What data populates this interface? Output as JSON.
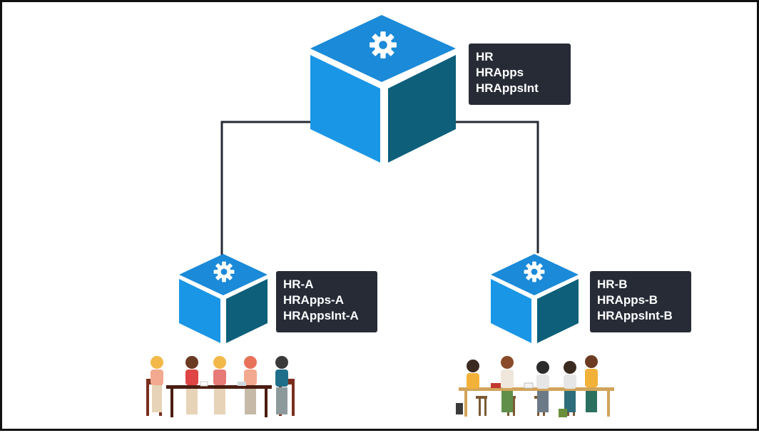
{
  "colors": {
    "cube_top": "#1b8ad8",
    "cube_left": "#1a96e6",
    "cube_right": "#0d5f7a",
    "label_bg": "#262b36",
    "connector": "#262b36"
  },
  "nodes": {
    "root": {
      "icon": "gear-icon",
      "lines": [
        "HR",
        "HRApps",
        "HRAppsInt"
      ]
    },
    "tenant_a": {
      "icon": "gear-icon",
      "lines": [
        "HR-A",
        "HRApps-A",
        "HRAppsInt-A"
      ],
      "group_icon": "team-meeting-illustration"
    },
    "tenant_b": {
      "icon": "gear-icon",
      "lines": [
        "HR-B",
        "HRApps-B",
        "HRAppsInt-B"
      ],
      "group_icon": "team-meeting-illustration"
    }
  }
}
